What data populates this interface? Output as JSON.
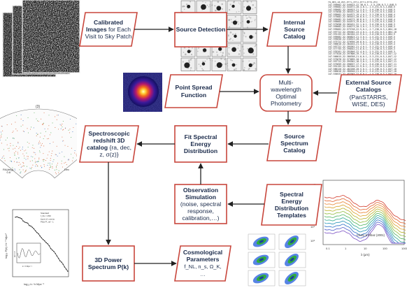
{
  "nodes": {
    "calibrated_images": {
      "bold": "Calibrated Images",
      "rest": "for Each Visit to Sky Patch"
    },
    "source_detection": {
      "label": "Source Detection"
    },
    "internal_catalog": {
      "label": "Internal Source Catalog"
    },
    "psf": {
      "label": "Point Spread Function"
    },
    "photometry": {
      "label": "Multi-wavelength Optimal Photometry"
    },
    "external_catalogs": {
      "bold": "External Source Catalogs",
      "rest": "(PanSTARRS, WISE, DES)"
    },
    "source_spectrum": {
      "label": "Source Spectrum Catalog"
    },
    "fit_sed": {
      "label": "Fit Spectral Energy Distribution"
    },
    "spectro_catalog": {
      "bold": "Spectroscopic redshift 3D catalog",
      "rest": "{ra, dec, z, σ(z)}"
    },
    "obs_sim": {
      "bold": "Observation Simulation",
      "rest": "(noise, spectral response, calibration,…)"
    },
    "sed_templates": {
      "label": "Spectral Energy Distribution Templates"
    },
    "power_spectrum": {
      "bold": "3D Power Spectrum",
      "rest": "P(k)"
    },
    "cosmo_params": {
      "bold": "Cosmological Parameters",
      "rest": "f_NL, n_s, Ω_K, …"
    }
  },
  "catalog_header": "ra,dec,id,ext,err1,err2,err3,err4,etc",
  "catalog_rows": [
    "147.595662,32.546523,22.38,0.1,-2.5,236,0.3,1,848,5",
    "147.595682,32.544572,20.4,0.1,-1.5,231,0.3,1,848,5",
    "147.595682,32.305623,21.3,0.1,-3.0,236,0.5,1,848,5",
    "147.575658,32.565431,20.3,0.1,-3.0,231,0.5,1,848,4",
    "147.595662,32.544572,19.4,0.1,-3.3,236,0.5,1,848,4",
    "147.575682,32.565431,20.0,0.1,-2.5,231,0.3,1,848,4",
    "147.595682,32.546273,18.8,0.1,-1.5,236,0.3,1,848,4",
    "147.595662,32.544573,19.0,0.1,-2.5,231,0.5,1,848,3",
    "147.575658,32.565431,22.1,0.1,-3.0,236,0.5,1,848,3",
    "147.595682,32.546273,20.3,0.1,-3.3,231,0.3,1,848,3",
    "147.595662,32.575748,22.5,0.1,-2.7,236,0.3,1,864,10",
    "147.597722,32.395362,23.4,0.1,-2.6,231,0.5,1,864,10",
    "147.591155,32.382204,22.9,0.1,-3.0,236,0.5,1,864,9",
    "147.595682,32.566823,21.3,0.1,-2.5,231,0.3,1,849,5",
    "147.595658,32.536523,20.1,0.1,-3.3,236,0.5,1,849,5",
    "147.575722,32.370930,20.0,0.1,-2.5,231,0.3,1,849,4",
    "147.566616,32.384454,21.3,0.1,-3.0,236,0.5,1,849,4",
    "147.597722,32.395362,21.4,0.1,-3.3,231,0.5,1,849,4",
    "147.577755,32.398542,21.6,0.1,-1.5,236,0.3,1,849,3",
    "147.535201,32.392846,22.4,0.1,-2.5,231,0.3,1,849,3",
    "147.577620,32.397806,19.7,0.1,-3.0,236,0.5,1,847,12",
    "147.566015,32.386358,21.0,0.1,-3.3,231,0.5,1,847,12",
    "147.575678,32.373095,20.3,0.1,-2.5,236,0.3,1,847,12",
    "147.597722,32.395362,18.3,0.1,-1.5,231,0.3,1,847,11",
    "147.575659,32.398537,17.7,0.1,-3.0,236,0.5,1,847,11",
    "147.591155,32.382204,22.9,0.1,-3.3,231,0.5,1,847,11",
    "147.586120,32.402208,20.5,0.1,-2.5,236,0.3,1,847,10",
    "147.566016,32.386540,21.6,0.1,-3.0,231,0.5,1,847,10",
    "147.536537,32.402045,22.8,0.1,-1.5,236,0.3,1,847,10"
  ],
  "sky_plot": {
    "top_label": "(3)",
    "ticks": [
      "0.8",
      "0.6",
      "0.4",
      "0.2",
      "RA(deg)",
      "Dec"
    ]
  },
  "power_plot": {
    "legend": [
      "Standard",
      "f_NL = 250",
      "input sf, cosmo",
      "P(k)/ P_ref - 1"
    ],
    "ylabel": "log₁₀ P(k) / h⁻³ Mpc³",
    "xlabel": "log₁₀ k / h Mpc⁻¹",
    "inset_y": "Δ P / P",
    "inset_x": "k / h Mpc⁻¹"
  },
  "sed_plot": {
    "annotation": "Chary & Elbaz (2001)",
    "xlabel": "λ (μm)",
    "ylabel": "νLν (L☉)",
    "xticks": [
      "0.1",
      "1",
      "10",
      "100",
      "1000"
    ],
    "yticks": [
      "10¹²",
      "10¹¹",
      "10¹⁰",
      "10⁹",
      "10⁸"
    ],
    "series_colors": [
      "#d23a2a",
      "#e0602a",
      "#e8832e",
      "#d9a12c",
      "#b9b129",
      "#8fb93a",
      "#4fb35f",
      "#2aa88e",
      "#2492b8",
      "#2f70c8",
      "#4c58c9",
      "#7a4fc2"
    ]
  },
  "colors": {
    "box_border": "#c8463c",
    "box_text": "#1a2a4a",
    "arrow": "#222222"
  }
}
